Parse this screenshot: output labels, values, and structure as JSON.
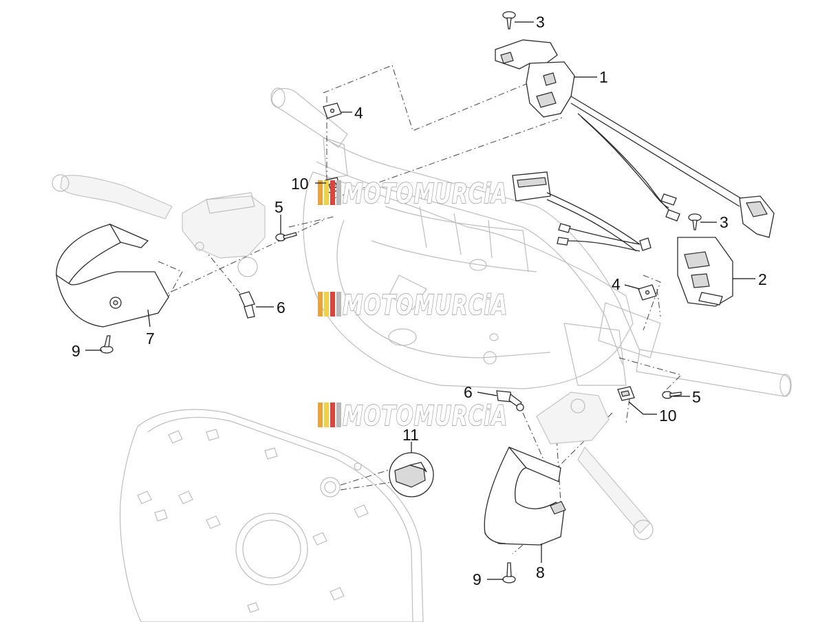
{
  "watermark": {
    "brand": "MOTOMURCiA",
    "stripe_colors": [
      "#e8a33a",
      "#f1d14a",
      "#d9463e",
      "#b9b9b9"
    ],
    "text_fill": "#ffffff",
    "text_stroke": "#9a9a9a"
  },
  "callouts": {
    "c1": "1",
    "c2": "2",
    "c3a": "3",
    "c3b": "3",
    "c4a": "4",
    "c4b": "4",
    "c5a": "5",
    "c5b": "5",
    "c6a": "6",
    "c6b": "6",
    "c7": "7",
    "c8": "8",
    "c9a": "9",
    "c9b": "9",
    "c10a": "10",
    "c10b": "10",
    "c11": "11"
  }
}
